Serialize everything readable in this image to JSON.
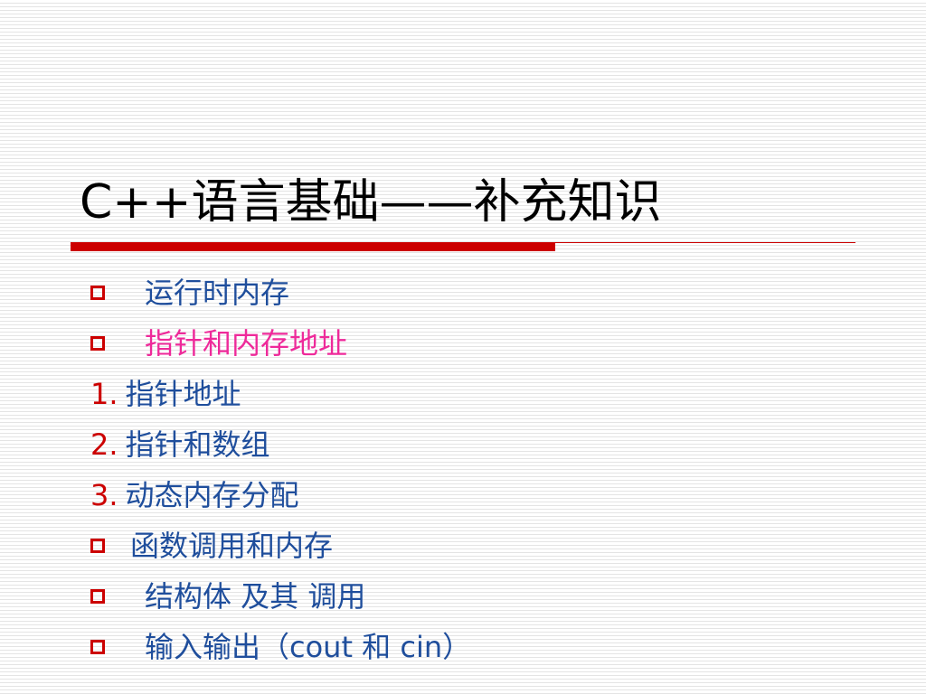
{
  "slide": {
    "title": "C++语言基础——补充知识",
    "items": [
      {
        "marker": "box",
        "text": "运行时内存"
      },
      {
        "marker": "box",
        "text": "指针和内存地址"
      },
      {
        "marker": "1.",
        "text": "指针地址"
      },
      {
        "marker": "2.",
        "text": "指针和数组"
      },
      {
        "marker": "3.",
        "text": "动态内存分配"
      },
      {
        "marker": "box",
        "text": "函数调用和内存"
      },
      {
        "marker": "box",
        "text": "结构体 及其 调用"
      },
      {
        "marker": "box",
        "text": "输入输出（cout 和 cin）"
      }
    ]
  },
  "colors": {
    "accent_red": "#cc0000",
    "body_blue": "#1f4e9c",
    "highlight_pink": "#ee2a9a",
    "title_black": "#000000"
  },
  "icons": {
    "bullet": "hollow-square-icon"
  }
}
